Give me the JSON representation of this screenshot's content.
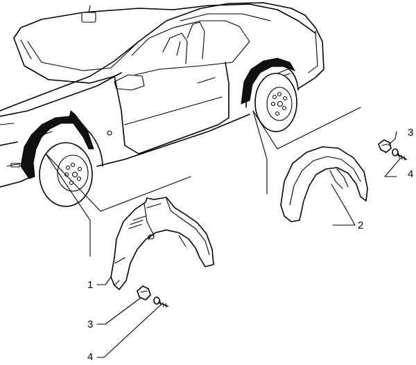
{
  "callouts": [
    {
      "id": "label-1",
      "text": "1"
    },
    {
      "id": "label-2",
      "text": "2"
    },
    {
      "id": "label-3-right",
      "text": "3"
    },
    {
      "id": "label-4-right",
      "text": "4"
    },
    {
      "id": "label-3-bottom",
      "text": "3"
    },
    {
      "id": "label-4-bottom",
      "text": "4"
    }
  ]
}
